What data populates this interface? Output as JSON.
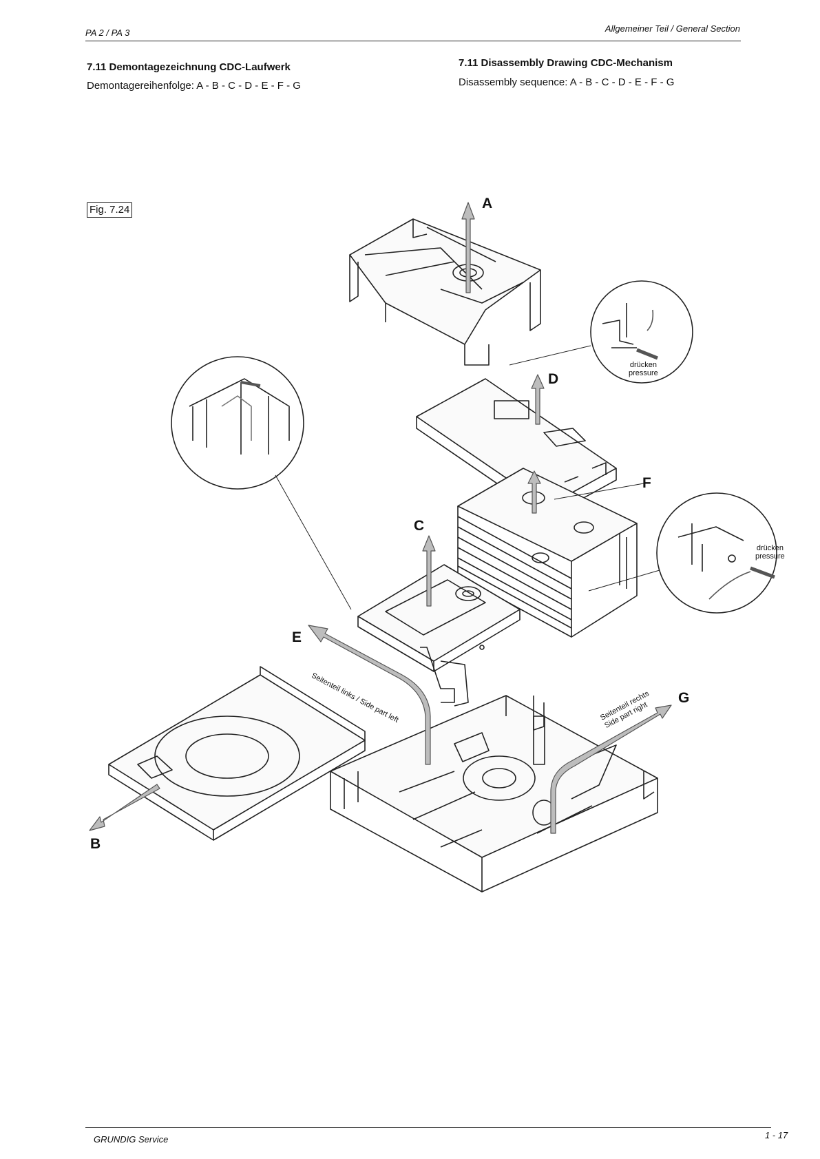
{
  "header": {
    "left": "PA 2 / PA 3",
    "right": "Allgemeiner Teil / General Section"
  },
  "german": {
    "title": "7.11 Demontagezeichnung CDC-Laufwerk",
    "sequence": "Demontagereihenfolge: A - B - C - D - E - F - G"
  },
  "english": {
    "title": "7.11 Disassembly Drawing CDC-Mechanism",
    "sequence": "Disassembly sequence: A - B - C - D - E - F - G"
  },
  "figure": {
    "label": "Fig. 7.24",
    "letters": {
      "a": "A",
      "b": "B",
      "c": "C",
      "d": "D",
      "e": "E",
      "f": "F",
      "g": "G"
    },
    "callout_right_top": {
      "line1": "drücken",
      "line2": "pressure"
    },
    "callout_right_bottom": {
      "line1": "drücken",
      "line2": "pressure"
    },
    "side_left": "Seitenteil links / Side part left",
    "side_right_line1": "Seitenteil rechts",
    "side_right_line2": "Side part right"
  },
  "footer": {
    "left": "GRUNDIG Service",
    "right": "1 - 17"
  }
}
